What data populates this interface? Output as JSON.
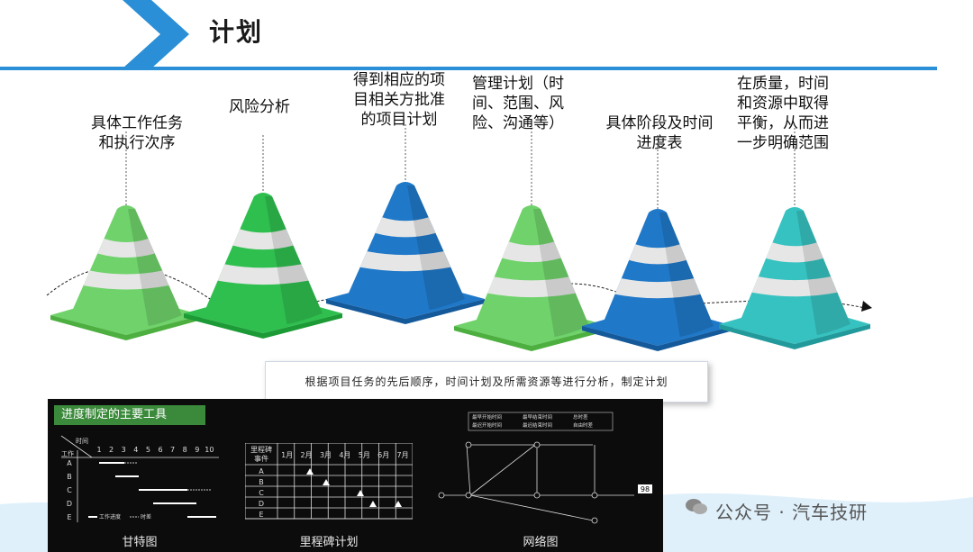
{
  "header": {
    "title": "计划"
  },
  "cones": [
    {
      "lines": [
        "具体工作任务",
        "和执行次序"
      ],
      "color": "#6fd26a",
      "dark": "#4caf3f"
    },
    {
      "lines": [
        "风险分析"
      ],
      "color": "#2fbf4f",
      "dark": "#1c9a36"
    },
    {
      "lines": [
        "得到相应的项",
        "目相关方批准",
        "的项目计划"
      ],
      "color": "#1f78c8",
      "dark": "#14599a"
    },
    {
      "lines": [
        "管理计划（时",
        "间、范围、风",
        "险、沟通等）"
      ],
      "color": "#6fd26a",
      "dark": "#4caf3f"
    },
    {
      "lines": [
        "具体阶段及时间",
        "进度表"
      ],
      "color": "#1f78c8",
      "dark": "#14599a"
    },
    {
      "lines": [
        "在质量，时间",
        "和资源中取得",
        "平衡，从而进",
        "一步明确范围"
      ],
      "color": "#36c2c0",
      "dark": "#22999a"
    }
  ],
  "note": "根据项目任务的先后顺序，时间计划及所需资源等进行分析，制定计划",
  "tools": {
    "header": "进度制定的主要工具",
    "gantt": {
      "caption": "甘特图",
      "corner_top": "时间",
      "corner_bottom": "工作",
      "cols": [
        "1",
        "2",
        "3",
        "4",
        "5",
        "6",
        "7",
        "8",
        "9",
        "10"
      ],
      "rows": [
        "A",
        "B",
        "C",
        "D",
        "E"
      ],
      "legend_a": "工作进度",
      "legend_b": "时差"
    },
    "milestone": {
      "caption": "里程碑计划",
      "head": [
        "里程碑",
        "事件"
      ],
      "months": [
        "1月",
        "2月",
        "3月",
        "4月",
        "5月",
        "6月",
        "7月"
      ],
      "rows": [
        "A",
        "B",
        "C",
        "D",
        "E"
      ]
    },
    "network": {
      "caption": "网络图",
      "legend": [
        "最早开始时间",
        "最早结束时间",
        "总时差",
        "最迟开始时间",
        "最迟结束时间",
        "自由时差"
      ],
      "end": "98"
    }
  },
  "watermark": "公众号 · 汽车技研",
  "colors": {
    "accent": "#2a8fd6",
    "panel": "#0c0c0c",
    "toolhdr": "#3b8a3b"
  }
}
